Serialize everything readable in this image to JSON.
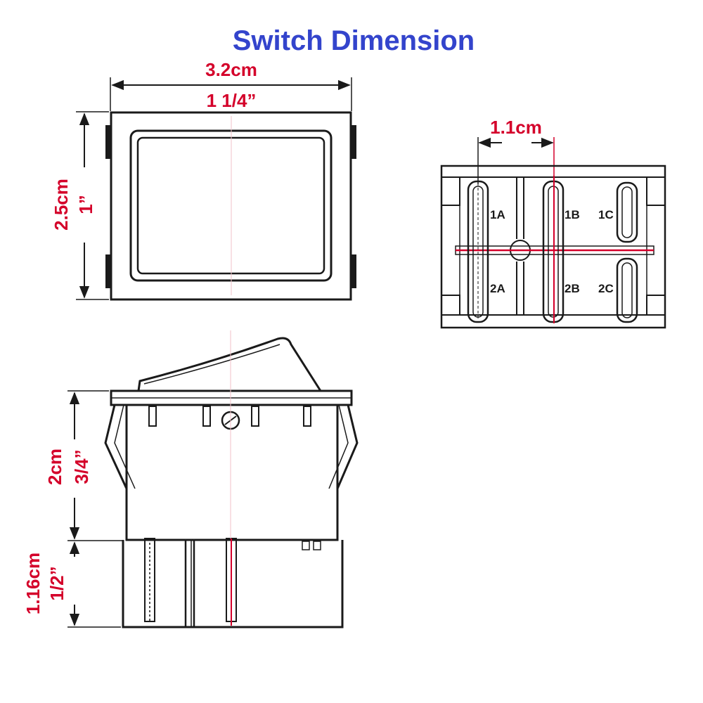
{
  "title": "Switch Dimension",
  "colors": {
    "title": "#3344cc",
    "dimension": "#d4002a",
    "line": "#1a1a1a",
    "centerline": "#d4002a"
  },
  "dimensions": {
    "width_cm": "3.2cm",
    "width_in": "1 1/4”",
    "height_cm": "2.5cm",
    "height_in": "1”",
    "pin_pitch_cm": "1.1cm",
    "body_depth_cm": "2cm",
    "body_depth_in": "3/4”",
    "terminal_cm": "1.16cm",
    "terminal_in": "1/2”"
  },
  "terminals": {
    "top_row": [
      "1A",
      "1B",
      "1C"
    ],
    "bottom_row": [
      "2A",
      "2B",
      "2C"
    ]
  }
}
